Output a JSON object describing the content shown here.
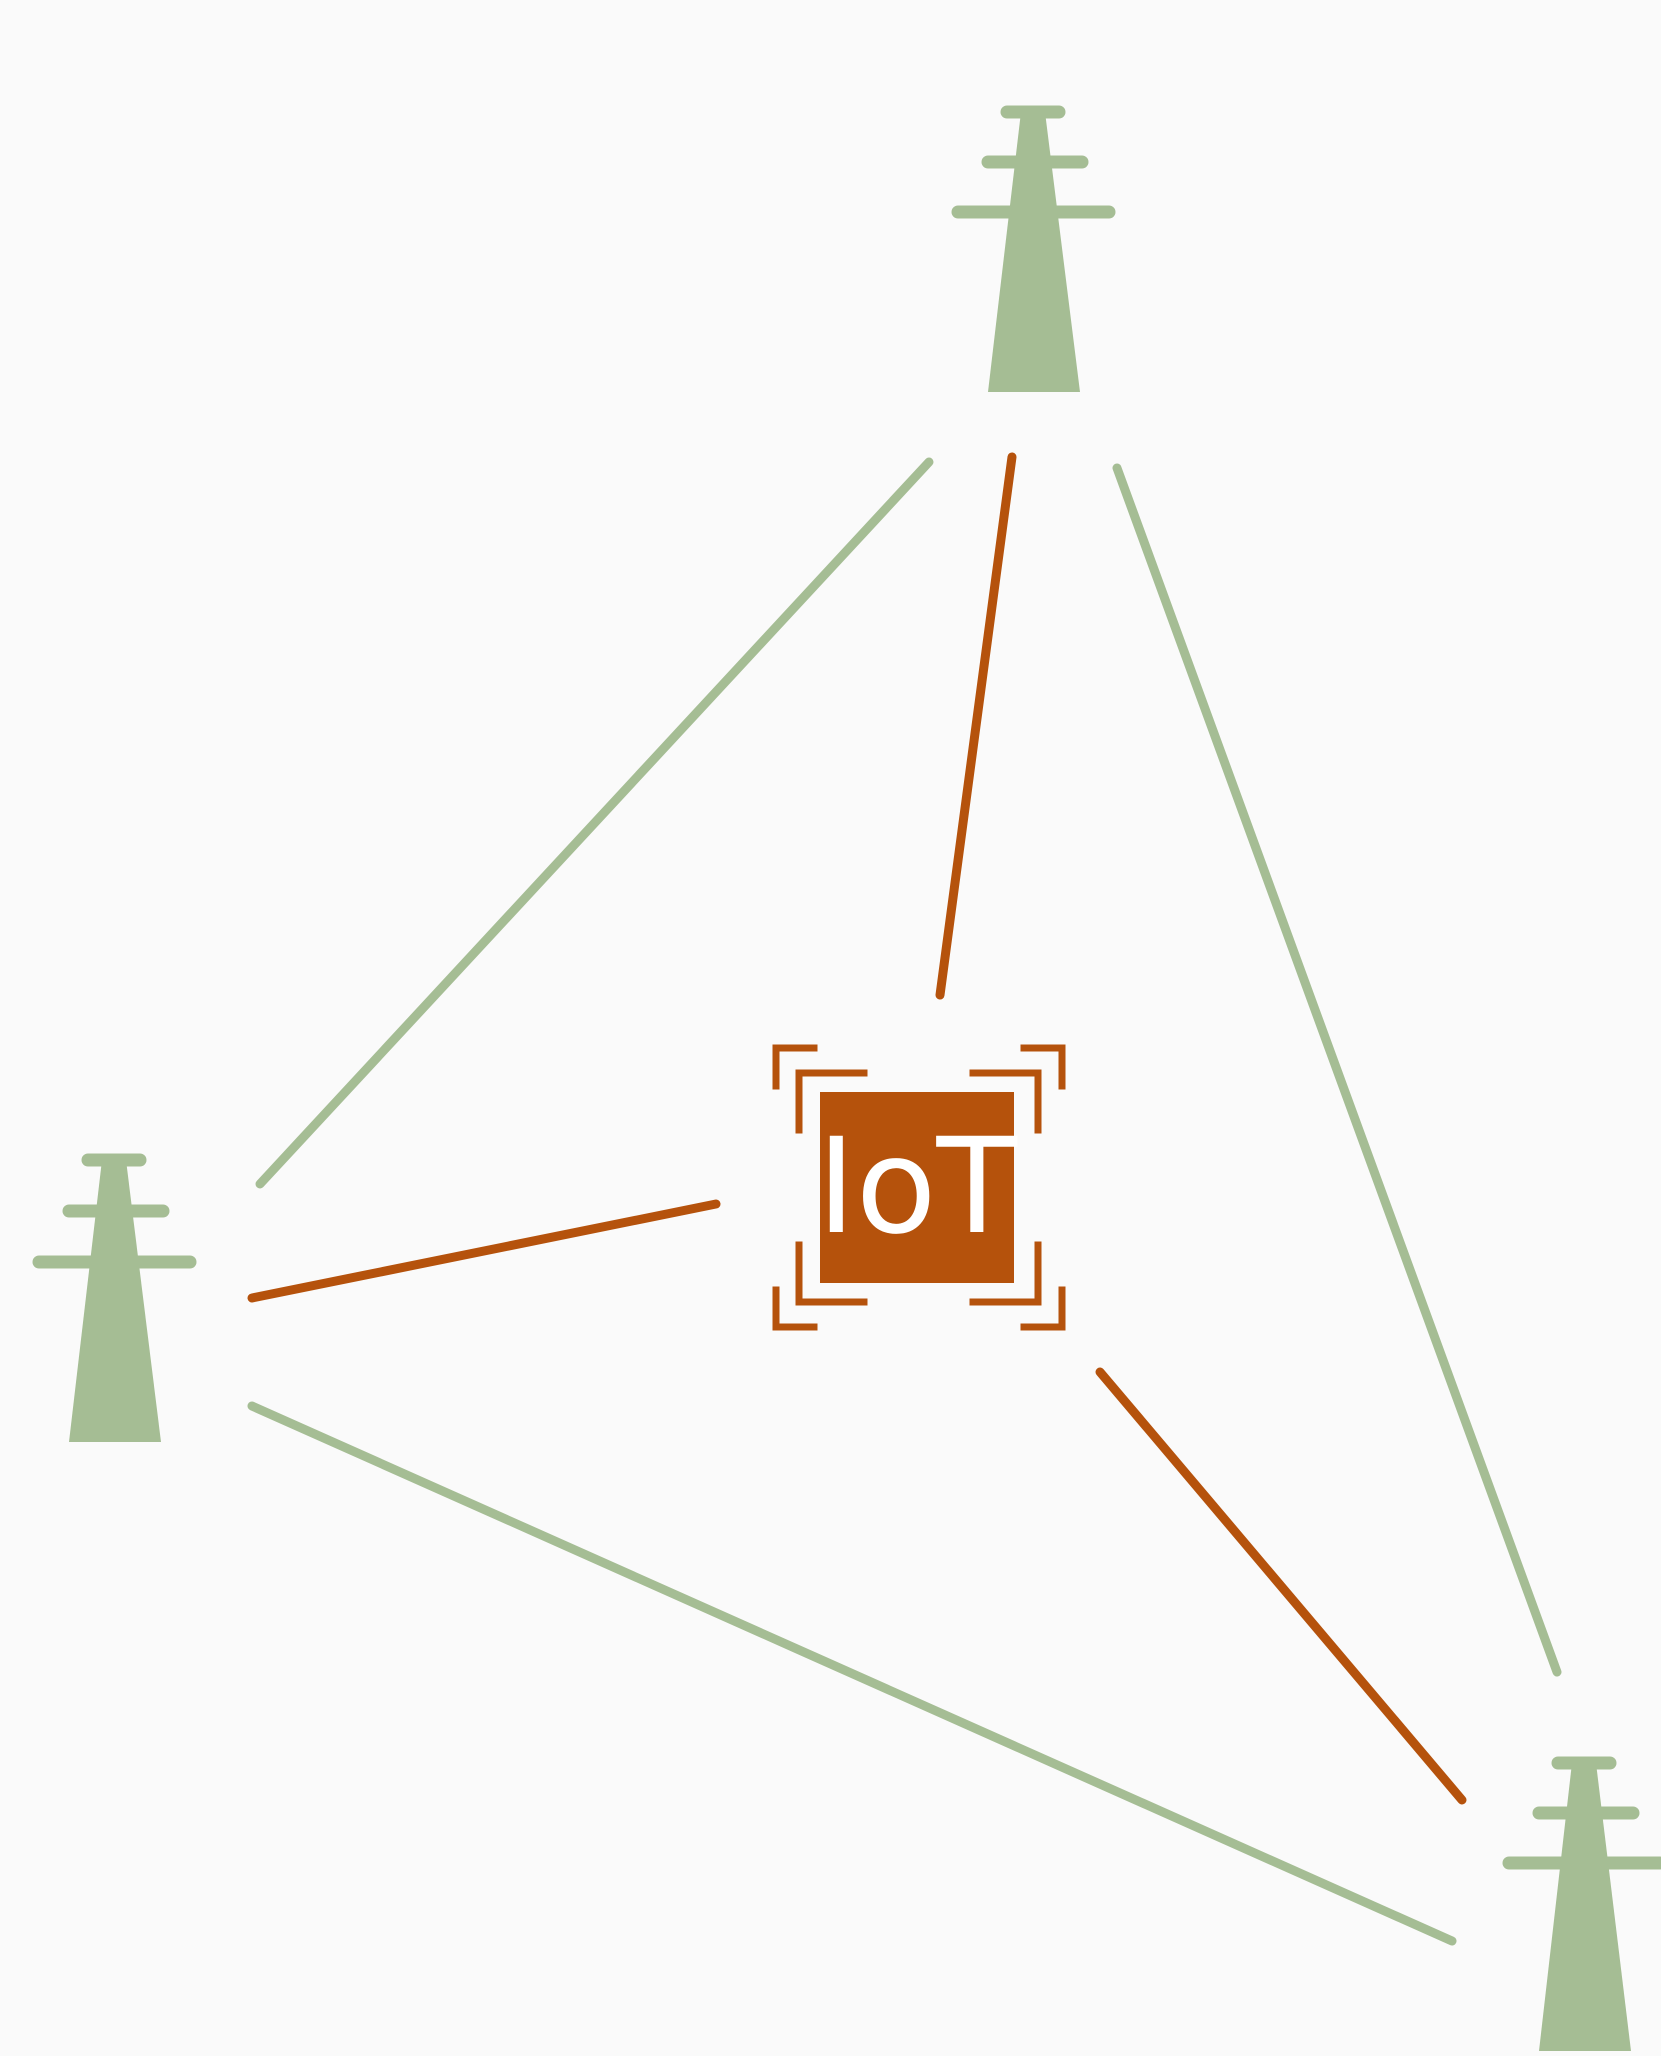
{
  "diagram": {
    "iot_label": "IoT",
    "colors": {
      "background": "#fafafa",
      "tower": "#a5bd94",
      "mesh_link": "#a5bd94",
      "iot_link": "#b5520c",
      "iot_box": "#b5520c",
      "iot_text": "#ffffff"
    },
    "nodes": [
      {
        "id": "tower-top",
        "type": "transmission-tower-icon"
      },
      {
        "id": "tower-left",
        "type": "transmission-tower-icon"
      },
      {
        "id": "tower-bottom-right",
        "type": "transmission-tower-icon"
      },
      {
        "id": "iot-hub",
        "type": "iot-chip-icon"
      }
    ],
    "links": [
      {
        "from": "tower-top",
        "to": "tower-left",
        "kind": "mesh"
      },
      {
        "from": "tower-top",
        "to": "tower-bottom-right",
        "kind": "mesh"
      },
      {
        "from": "tower-left",
        "to": "tower-bottom-right",
        "kind": "mesh"
      },
      {
        "from": "iot-hub",
        "to": "tower-top",
        "kind": "iot"
      },
      {
        "from": "iot-hub",
        "to": "tower-left",
        "kind": "iot"
      },
      {
        "from": "iot-hub",
        "to": "tower-bottom-right",
        "kind": "iot"
      }
    ]
  }
}
